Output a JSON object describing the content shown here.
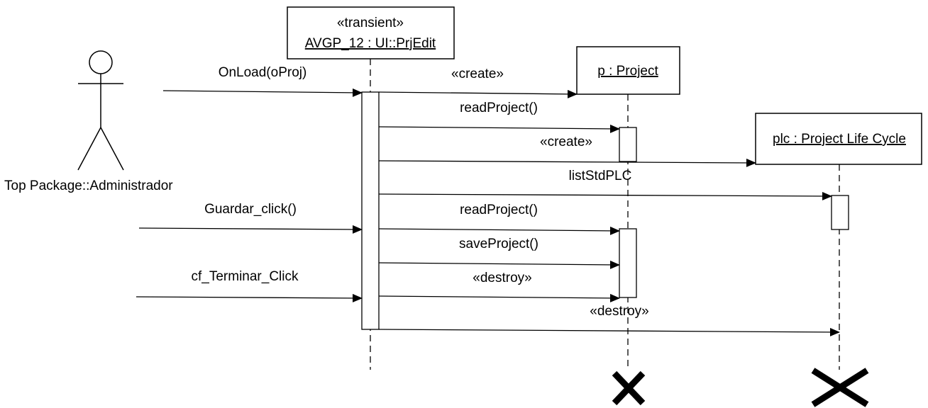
{
  "diagram": {
    "actor": {
      "name": "Top Package::Administrador"
    },
    "objects": {
      "ui": {
        "stereotype": "«transient»",
        "name": "AVGP_12 : UI::PrjEdit"
      },
      "project": {
        "name": "p : Project"
      },
      "plc": {
        "name": "plc : Project Life Cycle"
      }
    },
    "messages": {
      "onload": "OnLoad(oProj)",
      "create_project": "«create»",
      "read_project_1": "readProject()",
      "create_plc": "«create»",
      "list_std_plc": "listStdPLC",
      "guardar_click": "Guardar_click()",
      "read_project_2": "readProject()",
      "save_project": "saveProject()",
      "terminar_click": "cf_Terminar_Click",
      "destroy_project": "«destroy»",
      "destroy_plc": "«destroy»"
    }
  }
}
